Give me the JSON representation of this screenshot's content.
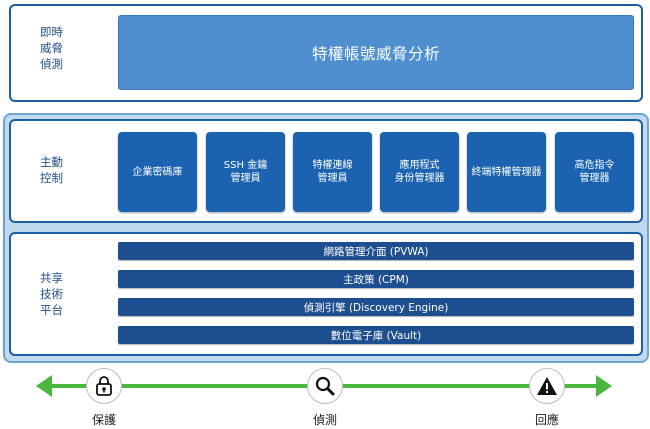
{
  "colors": {
    "panel_border": "#1e5ea4",
    "outer_fill": "#bfd9ee",
    "threat_box": "#4f8fd0",
    "control_box": "#1b63b1",
    "bar": "#1d4e8f",
    "axis": "#4ab83f"
  },
  "threat_detection": {
    "label_lines": [
      "即時",
      "威脅",
      "偵測"
    ],
    "box_text": "特權帳號威脅分析"
  },
  "active_control": {
    "label_lines": [
      "主動",
      "控制"
    ],
    "boxes": [
      {
        "lines": [
          "企業密碼庫"
        ]
      },
      {
        "lines": [
          "SSH 金鑰",
          "管理員"
        ]
      },
      {
        "lines": [
          "特權連線",
          "管理員"
        ]
      },
      {
        "lines": [
          "應用程式",
          "身份管理器"
        ]
      },
      {
        "lines": [
          "終端特權管理器"
        ]
      },
      {
        "lines": [
          "高危指令",
          "管理器"
        ]
      }
    ]
  },
  "shared_tech": {
    "label_lines": [
      "共享",
      "技術",
      "平台"
    ],
    "bars": [
      "網路管理介面 (PVWA)",
      "主政策 (CPM)",
      "偵測引擎 (Discovery Engine)",
      "數位電子庫 (Vault)"
    ]
  },
  "axis": {
    "items": [
      {
        "label": "保護",
        "icon": "lock-icon"
      },
      {
        "label": "偵測",
        "icon": "magnifier-icon"
      },
      {
        "label": "回應",
        "icon": "warning-icon"
      }
    ]
  }
}
